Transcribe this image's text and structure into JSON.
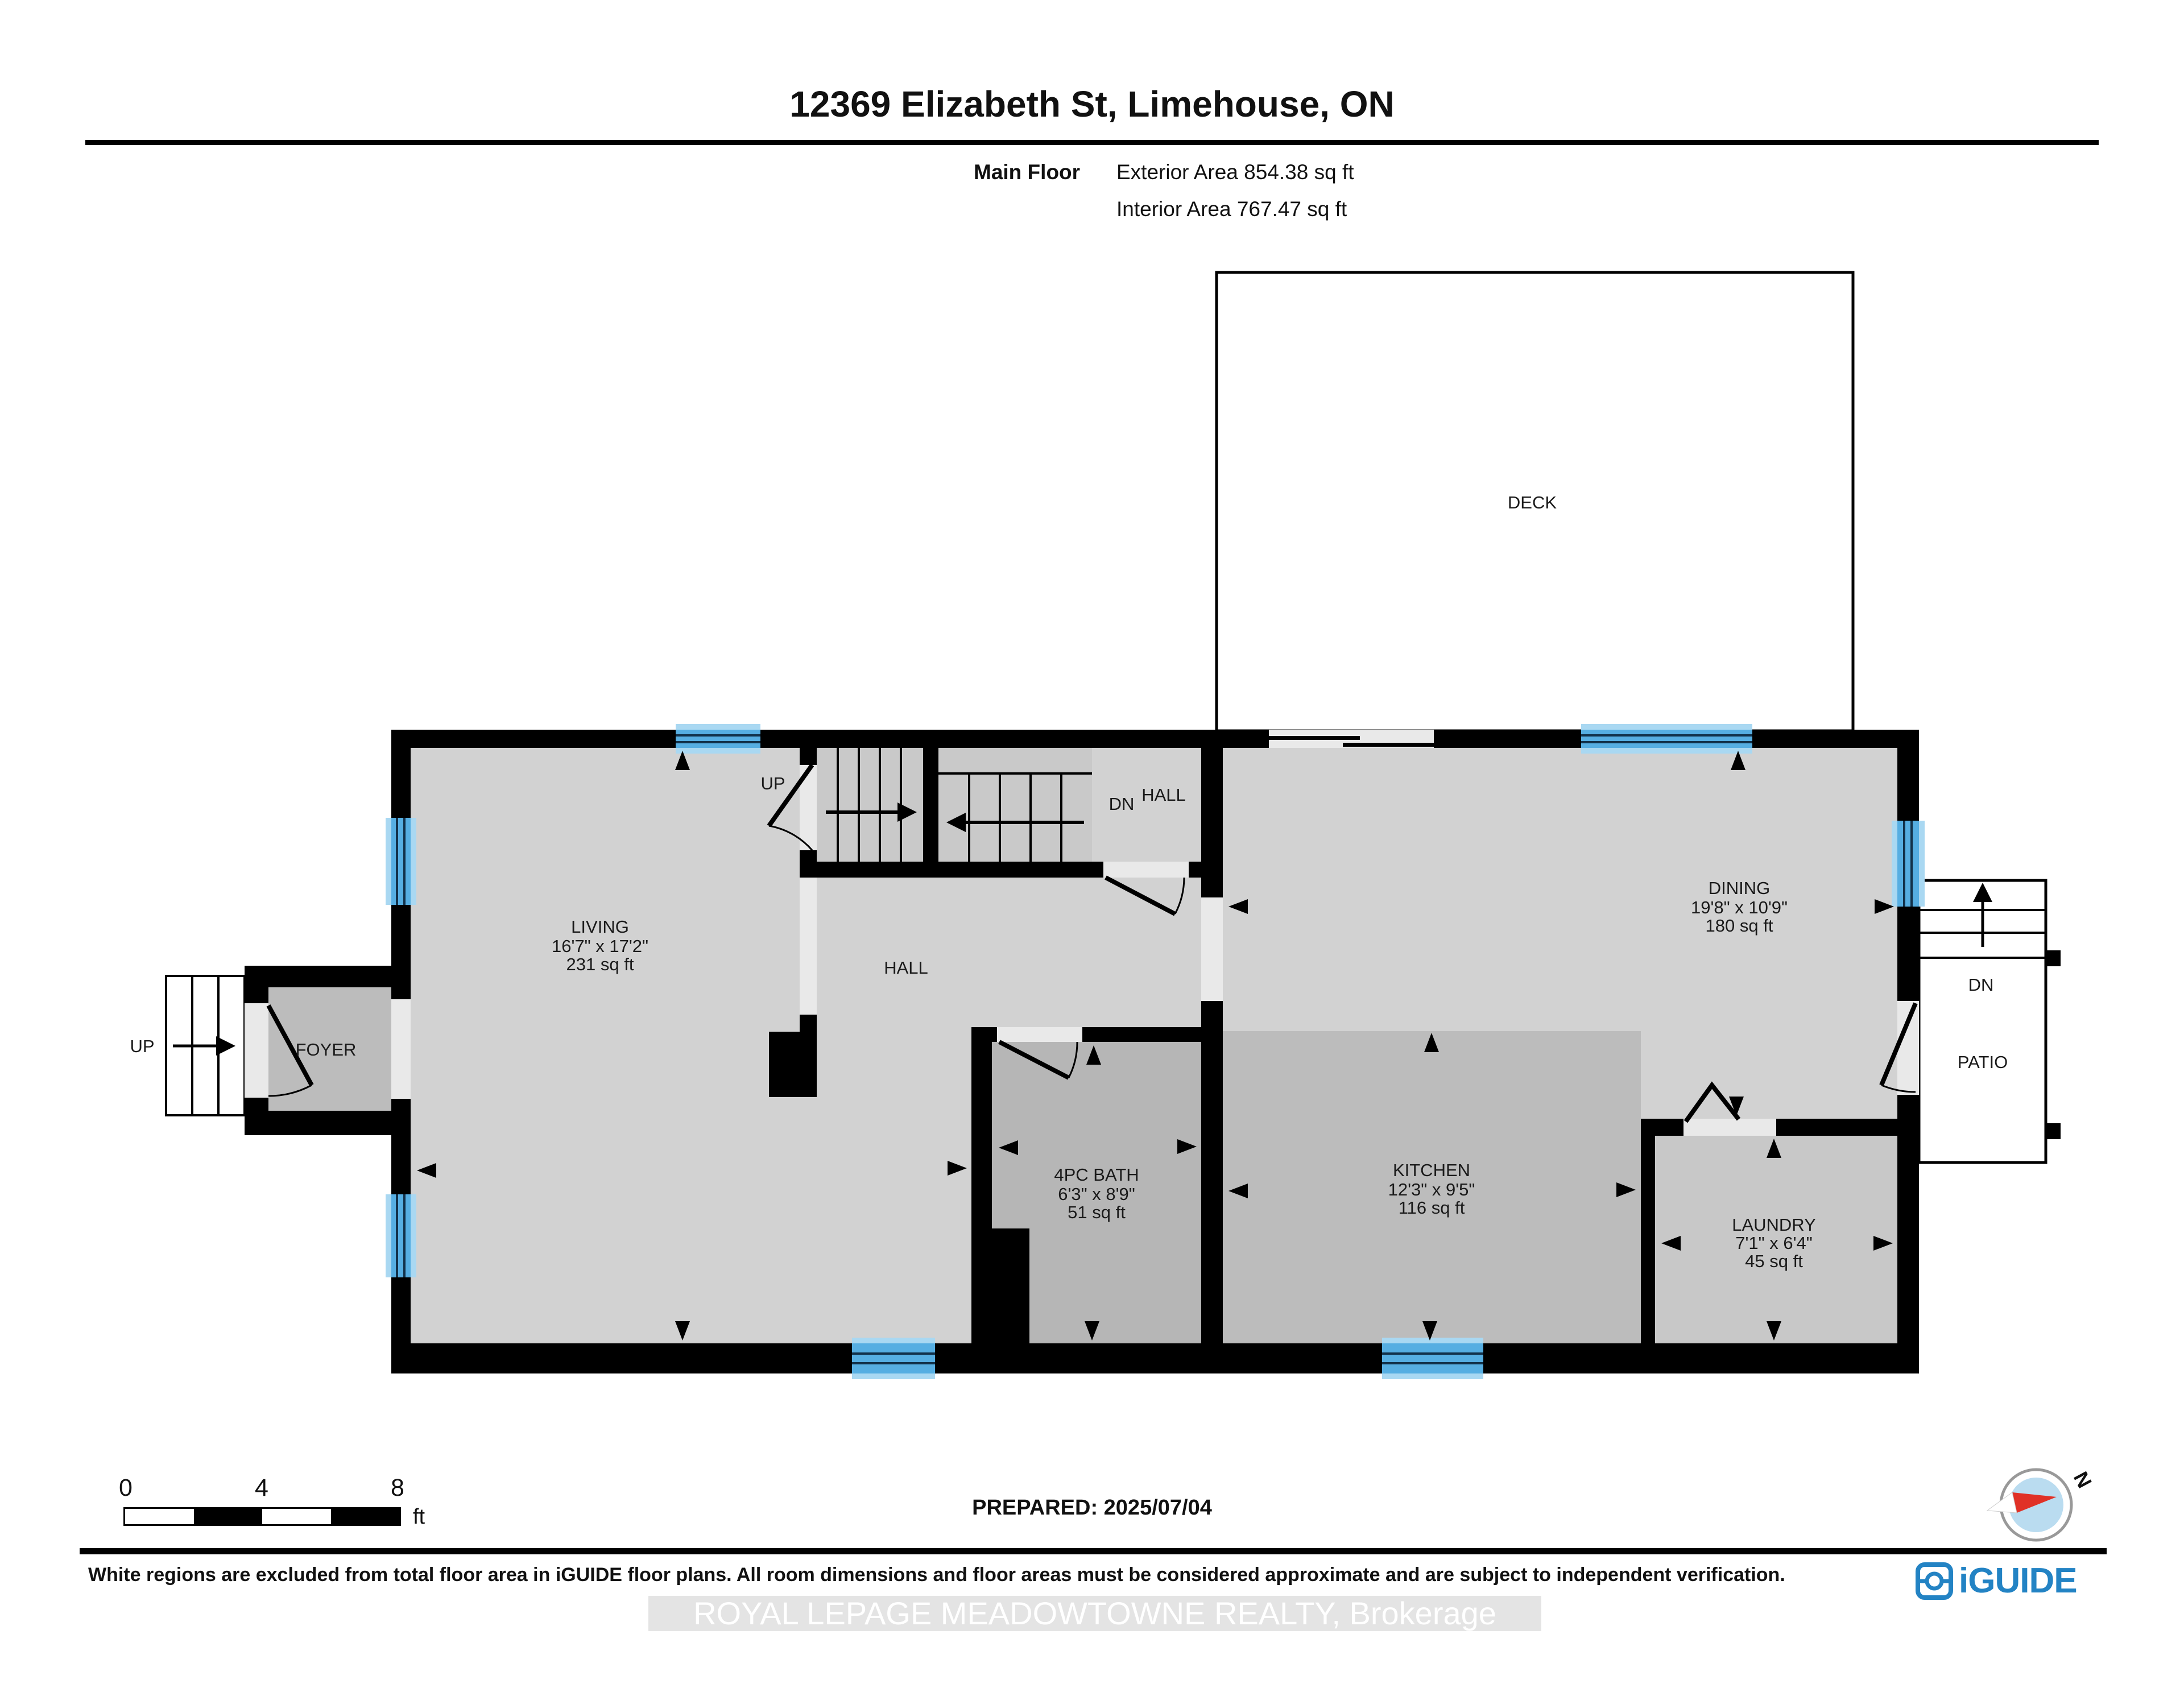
{
  "header": {
    "title": "12369 Elizabeth St, Limehouse, ON",
    "floor_label": "Main Floor",
    "exterior_area": "Exterior Area 854.38 sq ft",
    "interior_area": "Interior Area 767.47 sq ft"
  },
  "plan": {
    "rooms": [
      {
        "id": "living",
        "name": "LIVING",
        "dims": "16'7\" x 17'2\"",
        "area": "231 sq ft"
      },
      {
        "id": "dining",
        "name": "DINING",
        "dims": "19'8\" x 10'9\"",
        "area": "180 sq ft"
      },
      {
        "id": "kitchen",
        "name": "KITCHEN",
        "dims": "12'3\" x 9'5\"",
        "area": "116 sq ft"
      },
      {
        "id": "bath",
        "name": "4PC BATH",
        "dims": "6'3\" x 8'9\"",
        "area": "51 sq ft"
      },
      {
        "id": "laundry",
        "name": "LAUNDRY",
        "dims": "7'1\" x 6'4\"",
        "area": "45 sq ft"
      }
    ],
    "labels": {
      "deck": "DECK",
      "patio": "PATIO",
      "foyer": "FOYER",
      "hall_center": "HALL",
      "hall_top": "HALL",
      "up_interior": "UP",
      "dn_interior": "DN",
      "up_exterior": "UP",
      "dn_patio": "DN"
    }
  },
  "footer": {
    "scale_ticks": [
      "0",
      "4",
      "8"
    ],
    "scale_unit": "ft",
    "prepared": "PREPARED: 2025/07/04",
    "disclaimer": "White regions are excluded from total floor area in iGUIDE floor plans. All room dimensions and floor areas must be considered approximate and are subject to independent verification.",
    "watermark": "ROYAL LEPAGE MEADOWTOWNE REALTY, Brokerage",
    "logo_text": "iGUIDE",
    "compass_north": "N"
  },
  "colors": {
    "wall": "#000000",
    "room_light": "#d2d2d2",
    "room_medium": "#bcbcbc",
    "bath": "#b6b6b6",
    "laundry": "#c8c8c8",
    "stairs": "#c9c9c9",
    "opening": "#e9e9e9",
    "window_blue": "#56aee2",
    "window_pale": "#a9d8f2",
    "logo_blue": "#2383c4",
    "compass_red": "#e03127"
  }
}
